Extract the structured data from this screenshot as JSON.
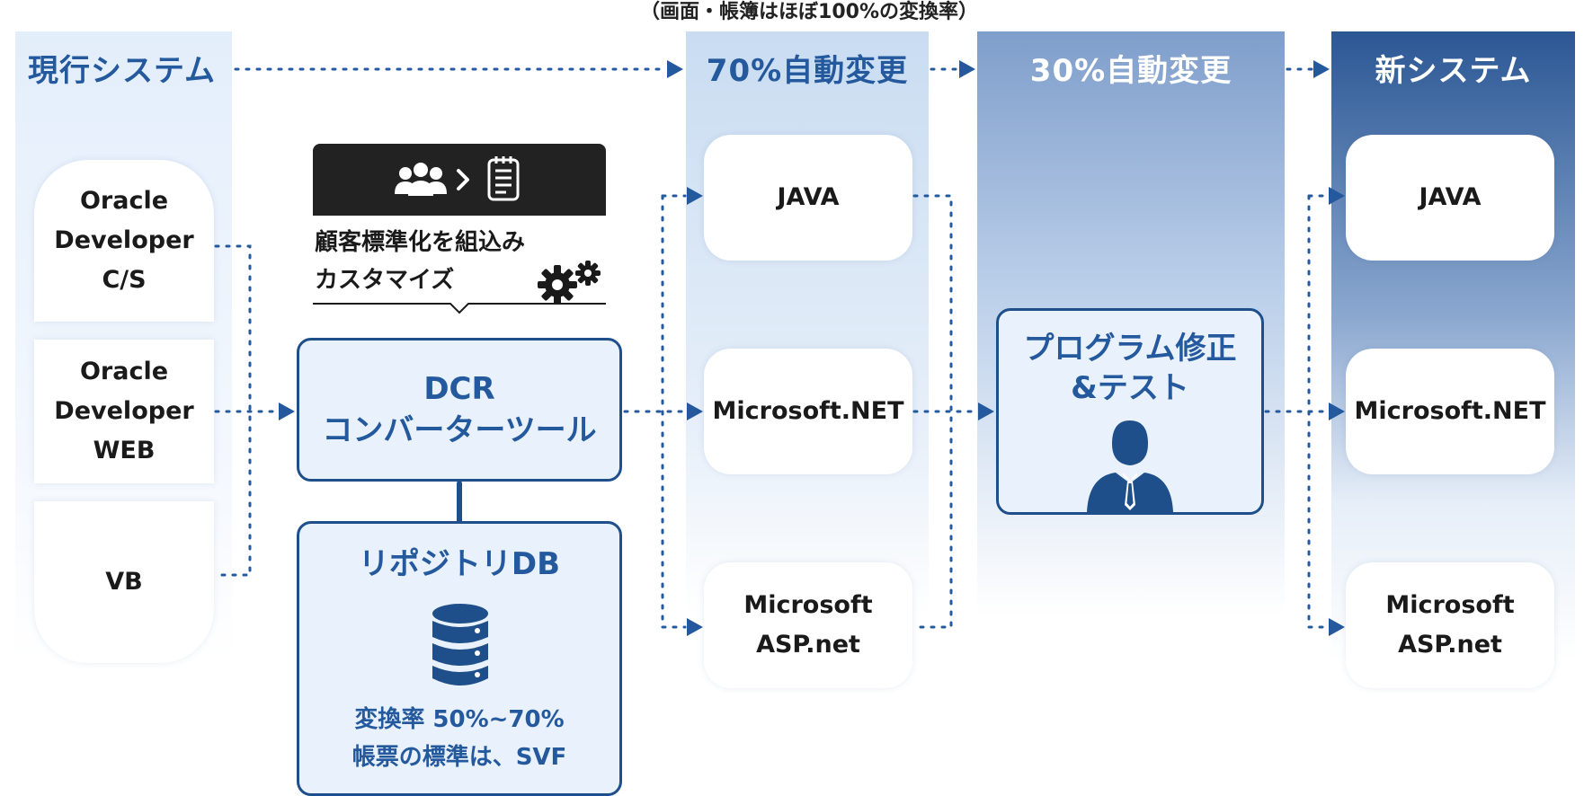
{
  "note": "（画面・帳簿はほぼ100%の変換率）",
  "columns": {
    "current": "現行システム",
    "auto70": "70%自動変更",
    "auto30": "30%自動変更",
    "new": "新システム"
  },
  "sources": [
    "Oracle\nDeveloper\nC/S",
    "Oracle\nDeveloper\nWEB",
    "VB"
  ],
  "customization": {
    "line1": "顧客標準化を組込み",
    "line2": "カスタマイズ"
  },
  "dcr": {
    "line1": "DCR",
    "line2": "コンバーターツール"
  },
  "repository": {
    "title": "リポジトリDB",
    "rate": "変換率 50%~70%",
    "note": "帳票の標準は、SVF"
  },
  "auto70_targets": [
    "JAVA",
    "Microsoft.NET",
    "Microsoft\nASP.net"
  ],
  "program": {
    "line1": "プログラム修正",
    "line2": "&テスト"
  },
  "new_targets": [
    "JAVA",
    "Microsoft.NET",
    "Microsoft\nASP.net"
  ],
  "colors": {
    "accent": "#24599d",
    "border": "#1f4f8a",
    "dark": "#222222"
  },
  "icons": [
    "people-icon",
    "chevron-right-icon",
    "document-icon",
    "gear-icon",
    "database-icon",
    "person-icon"
  ]
}
